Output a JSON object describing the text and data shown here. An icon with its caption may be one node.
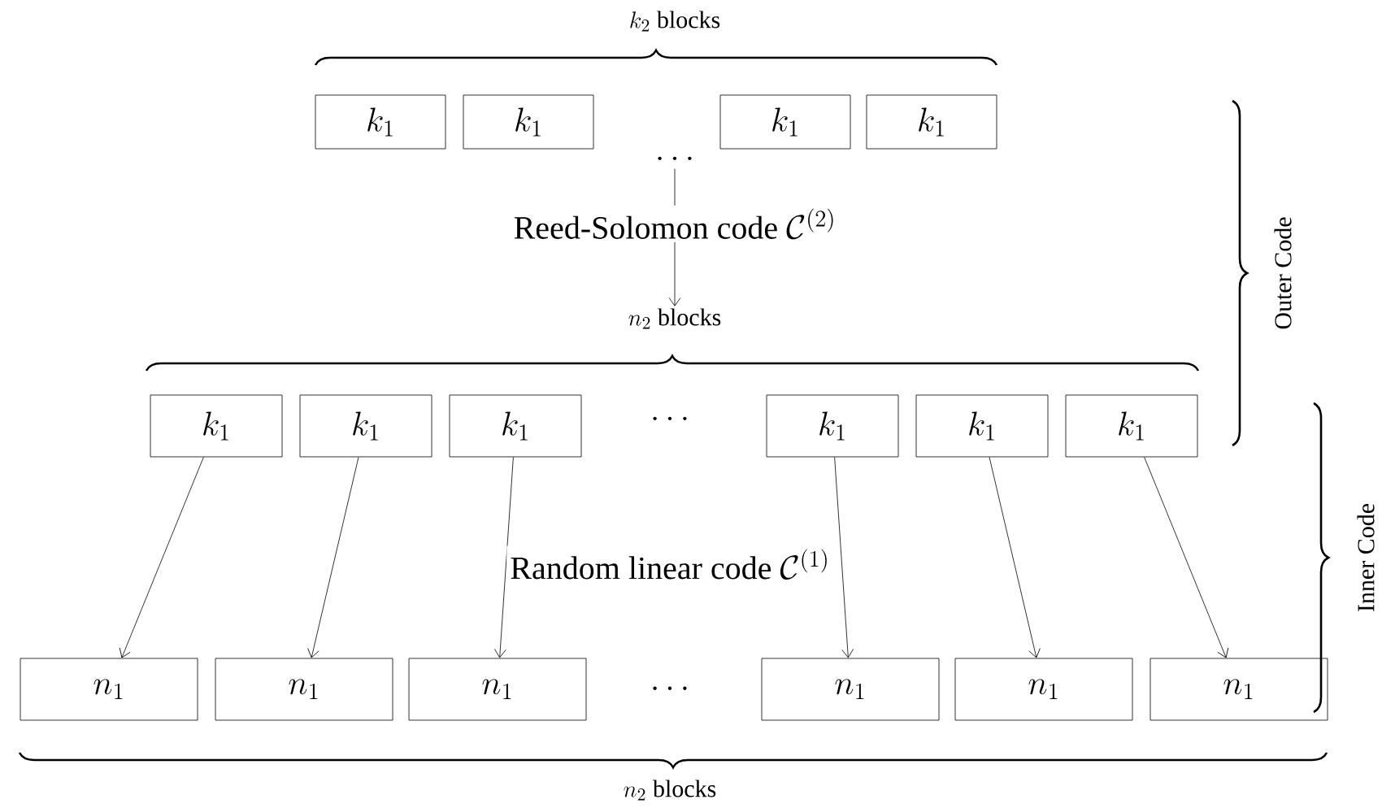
{
  "diagram": {
    "nodes": [
      {
        "text": [
          "k_1"
        ]
      },
      {
        "text": [
          "k_1"
        ]
      },
      {
        "text": [
          "k_1"
        ]
      },
      {
        "text": [
          "k_1"
        ]
      },
      {
        "text": [
          "\\cdots"
        ]
      },
      {
        "text": [
          "n_2\\mbox{ blocks}"
        ]
      },
      {
        "text": [
          "k_1"
        ]
      },
      {
        "text": [
          "k_1"
        ]
      },
      {
        "text": [
          "k_1"
        ]
      },
      {
        "text": [
          "k_1"
        ]
      },
      {
        "text": [
          "k_1"
        ]
      },
      {
        "text": [
          "k_1"
        ]
      },
      {
        "text": [
          "n_1"
        ]
      },
      {
        "text": [
          "n_1"
        ]
      },
      {
        "text": [
          "n_1"
        ]
      },
      {
        "text": [
          "n_1"
        ]
      },
      {
        "text": [
          "n_1"
        ]
      },
      {
        "text": [
          "n_1"
        ]
      }
    ],
    "edges": [
      {
        "from": 4,
        "to": 5,
        "arrow": "to",
        "label": "\\mbox{Reed-Solomon code }\\mathcal{C}^{(2)}"
      },
      {
        "from": 6,
        "to": 12,
        "arrow": "to"
      },
      {
        "from": 7,
        "to": 13,
        "arrow": "to"
      },
      {
        "from": 8,
        "to": 14,
        "arrow": "to"
      },
      {
        "from": 9,
        "to": 15,
        "arrow": "to"
      },
      {
        "from": 10,
        "to": 16,
        "arrow": "to"
      },
      {
        "from": 11,
        "to": 17,
        "arrow": "to"
      }
    ],
    "labels": [
      "k_2\\mbox{ blocks}",
      "\\cdots",
      "\\mbox{Random linear code }\\mathcal{C}^{(1)}",
      "\\cdots",
      "n_2\\mbox{ blocks}",
      "Outer Code",
      "Inner Code"
    ]
  }
}
